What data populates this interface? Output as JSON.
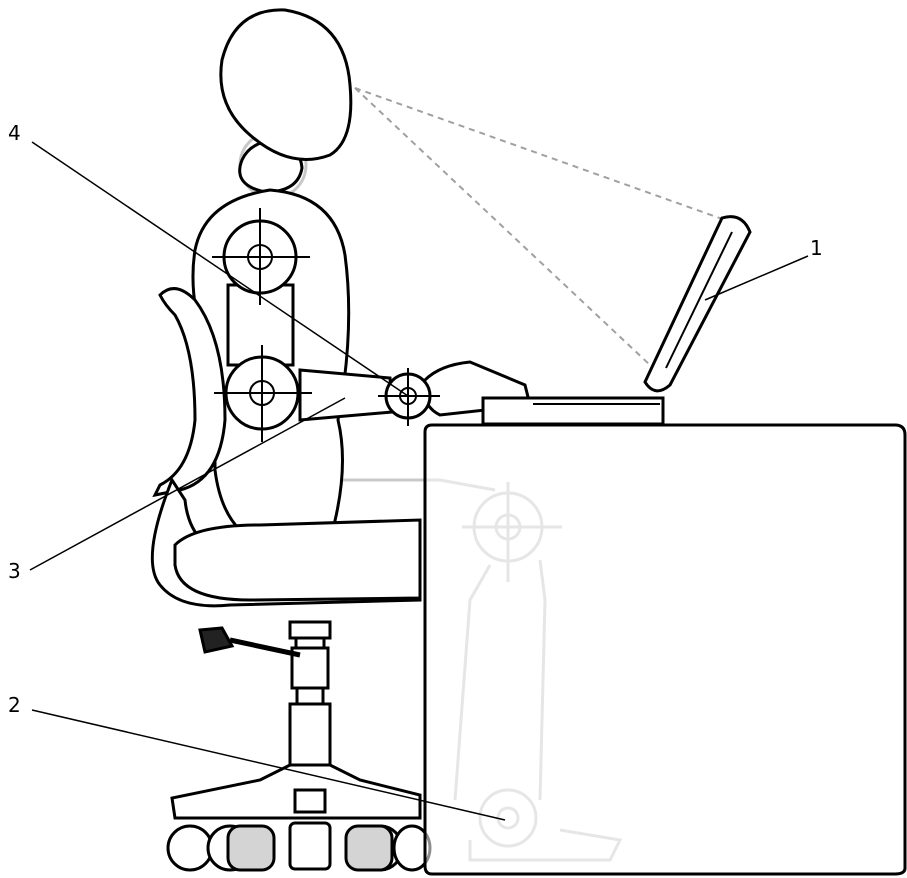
{
  "callouts": [
    {
      "id": "1",
      "label": "1"
    },
    {
      "id": "2",
      "label": "2"
    },
    {
      "id": "3",
      "label": "3"
    },
    {
      "id": "4",
      "label": "4"
    }
  ],
  "colors": {
    "line": "#000000",
    "faint": "#c8c8c8",
    "shade": "#d4d4d4",
    "sight": "#a0a0a0"
  }
}
